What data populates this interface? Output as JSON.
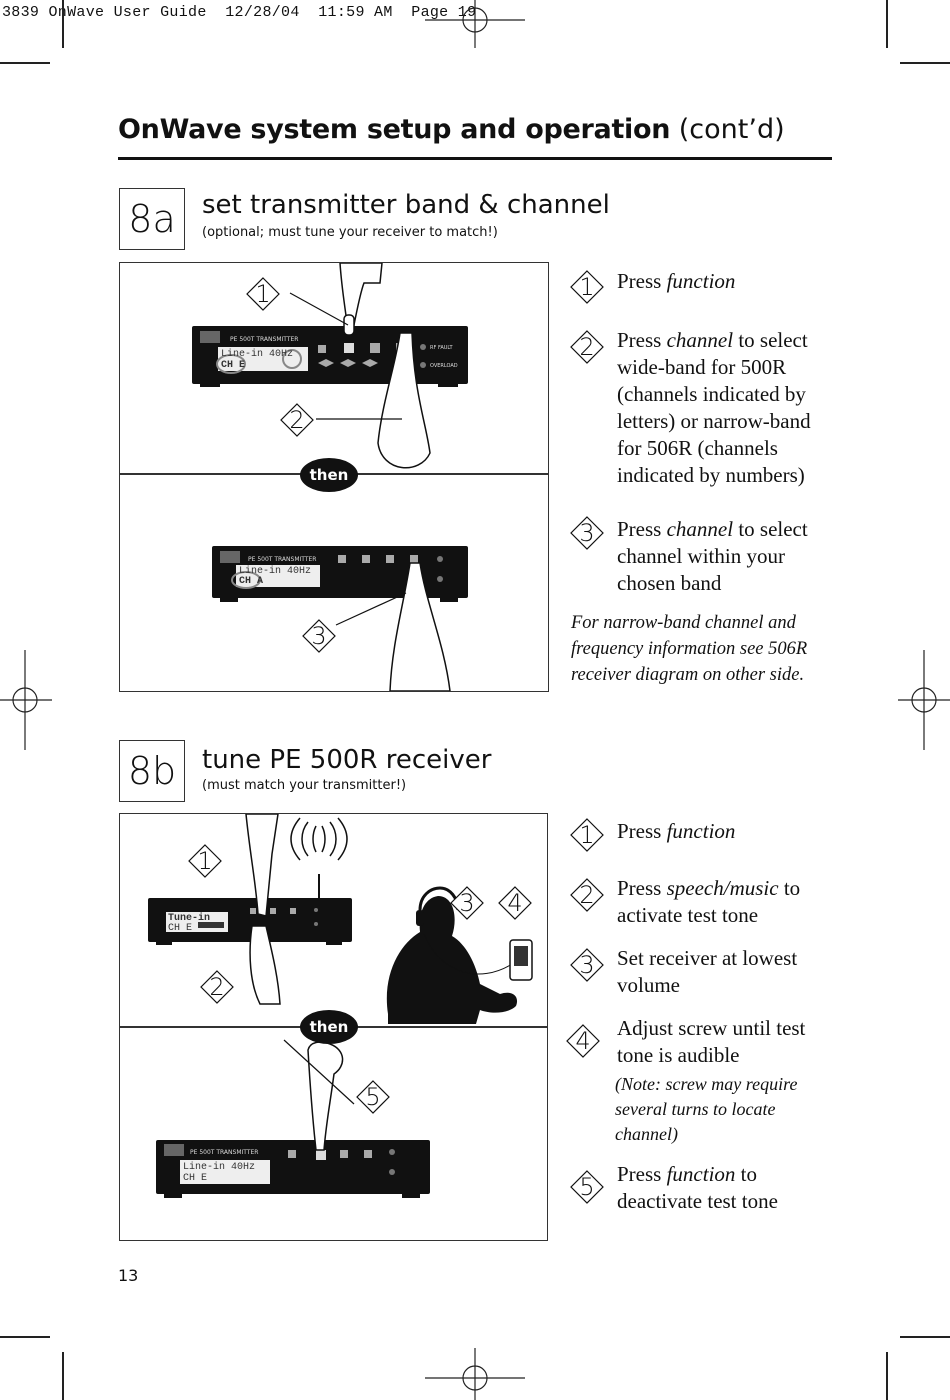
{
  "slug": "3839 OnWave User Guide  12/28/04  11:59 AM  Page 19",
  "title": {
    "bold": "OnWave system setup and operation",
    "normal": " (cont’d)"
  },
  "section_a": {
    "step": "8a",
    "heading": "set transmitter band & channel",
    "subheading": "(optional; must tune your receiver to match!)",
    "then_label": "then",
    "callouts": [
      "1",
      "2",
      "3"
    ],
    "lcd_top": {
      "line1": "Line-in  40Hz",
      "line2": "CH E"
    },
    "lcd_bottom": {
      "line1": "Line-in  40Hz",
      "line2": "CH A"
    },
    "instructions": [
      {
        "num": "1",
        "pre": "Press ",
        "em": "function",
        "post": ""
      },
      {
        "num": "2",
        "pre": "Press ",
        "em": "channel",
        "post": " to select wide-band for 500R (channels indicated by letters) or narrow-band for 506R (channels indicated by numbers)"
      },
      {
        "num": "3",
        "pre": "Press ",
        "em": "channel",
        "post": " to select channel within your chosen band"
      }
    ],
    "note": "For narrow-band channel and frequency information see 506R receiver diagram on other side."
  },
  "section_b": {
    "step": "8b",
    "heading": "tune PE 500R receiver",
    "subheading": "(must match your transmitter!)",
    "then_label": "then",
    "callouts": [
      "1",
      "2",
      "3",
      "4",
      "5"
    ],
    "lcd_top": {
      "line1": "Tune-in",
      "line2": "CH E"
    },
    "lcd_bottom": {
      "line1": "Line-in  40Hz",
      "line2": "CH E"
    },
    "instructions": [
      {
        "num": "1",
        "pre": "Press ",
        "em": "function",
        "post": ""
      },
      {
        "num": "2",
        "pre": "Press ",
        "em": "speech/music",
        "post": " to activate test tone"
      },
      {
        "num": "3",
        "pre": "Set receiver at lowest volume",
        "em": "",
        "post": ""
      },
      {
        "num": "4",
        "pre": "Adjust screw until test tone is audible",
        "em": "",
        "post": ""
      },
      {
        "num": "5",
        "pre": "Press ",
        "em": "function",
        "post": " to deactivate test tone"
      }
    ],
    "note": "(Note: screw may require several turns to locate channel)"
  },
  "page_number": "13"
}
